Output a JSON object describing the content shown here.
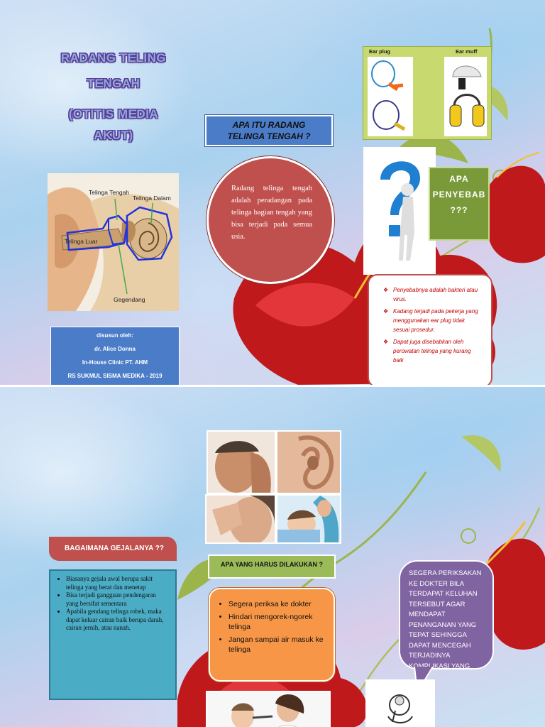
{
  "panel1": {
    "title": {
      "line1": "RADANG TELING",
      "line2": "TENGAH",
      "line3": "(OTITIS MEDIA",
      "line4": "AKUT)"
    },
    "diagram": {
      "label_tengah": "Telinga Tengah",
      "label_dalam": "Telinga Dalam",
      "label_luar": "Telinga Luar",
      "label_gendang": "Gegendang"
    },
    "credit": {
      "line1": "disusun oleh:",
      "line2": "dr. Alice  Donna",
      "line3": "In-House Clinic PT. AHM",
      "line4": "RS SUKMUL SISMA MEDIKA - 2019"
    },
    "question_header": {
      "line1": "APA ITU RADANG",
      "line2": "TELINGA TENGAH ?"
    },
    "definition": "Radang telinga tengah adalah peradangan pada telinga bagian tengah yang bisa terjadi pada semua usia.",
    "ear_protection": {
      "ear_plug": "Ear plug",
      "ear_muff": "Ear muff"
    },
    "cause_header": {
      "line1": "APA",
      "line2": "PENYEBAB",
      "line3": "???"
    },
    "causes": [
      "Penyebabnya adalah bakteri atau virus.",
      "Kadang terjadi pada pekerja yang menggunakan ear plug tidak sesuai prosedur.",
      "Dapat juga disebabkan oleh perowatan telinga yang kurang baik"
    ]
  },
  "panel2": {
    "symptoms_header": "BAGAIMANA GEJALANYA ??",
    "symptoms": [
      "Biasanya gejala awal berupa sakit telinga yang berat dan menetap",
      "Bisa terjadi gangguan pendengaran yang bersifat sementara",
      "Apabila gendang telinga robek, maka dapat keluar cairan baik berupa darah, cairan jernih, atau nanah."
    ],
    "actions_header": "APA YANG HARUS DILAKUKAN ?",
    "actions": [
      "Segera periksa ke dokter",
      "Hindari mengorek-ngorek telinga",
      "Jangan sampai air masuk ke telinga"
    ],
    "advice": "SEGERA PERIKSAKAN KE DOKTER BILA TERDAPAT KELUHAN TERSEBUT AGAR MENDAPAT PENANGANAN YANG TEPAT SEHINGGA DAPAT MENCEGAH TERJADINYA KOMPLIKASI YANG"
  },
  "colors": {
    "title_fill": "#8fa8d8",
    "title_outline": "#5a3a9a",
    "blue_box": "#4a7cc8",
    "red": "#c0504d",
    "green_card": "#7a9a3a",
    "teal_box": "#4bacc6",
    "green_tab": "#9bbb59",
    "orange": "#f79646",
    "purple": "#8064a2"
  }
}
